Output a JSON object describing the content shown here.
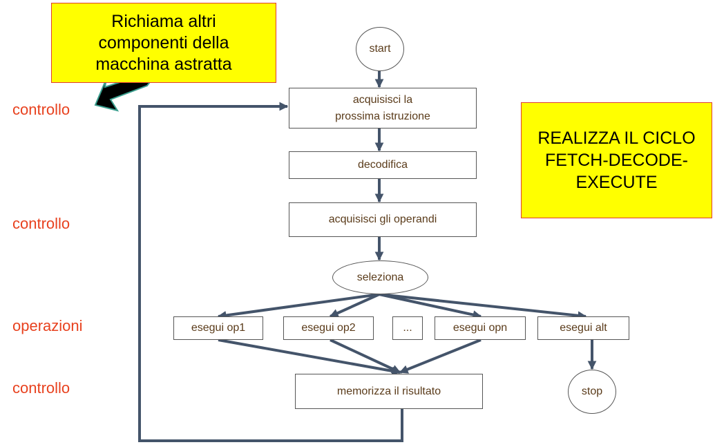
{
  "colors": {
    "callout_fill": "#ffff00",
    "callout_border": "#e03c31",
    "side_label": "#e8421f",
    "node_text": "#5a3b1a",
    "connector": "#44546a",
    "callout_arrow": "#000000",
    "callout_arrow_outline": "#3a9e8e"
  },
  "callouts": {
    "top": "Richiama altri\ncomponenti della\nmacchina astratta",
    "right": "REALIZZA IL CICLO\nFETCH-DECODE-\nEXECUTE"
  },
  "side_labels": {
    "l1": "controllo",
    "l2": "controllo",
    "l3": "operazioni",
    "l4": "controllo"
  },
  "nodes": {
    "start": "start",
    "fetch": "acquisisci la\nprossima istruzione",
    "decode": "decodifica",
    "operands": "acquisisci gli operandi",
    "select": "seleziona",
    "op1": "esegui op1",
    "op2": "esegui op2",
    "ellipsis": "...",
    "opn": "esegui opn",
    "alt": "esegui alt",
    "store": "memorizza il risultato",
    "stop": "stop"
  }
}
